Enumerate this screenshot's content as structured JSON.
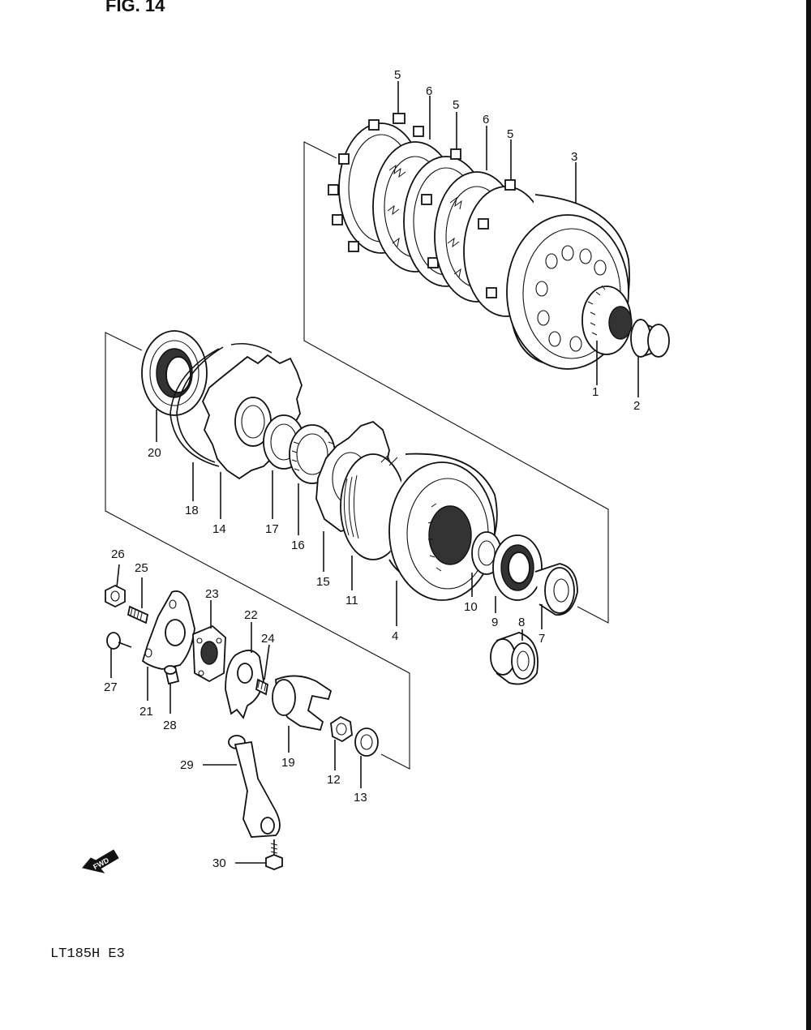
{
  "figure": {
    "title": "FIG. 14",
    "model_code": "LT185H E3",
    "fwd_label": "FWD"
  },
  "callouts": [
    {
      "id": "c1",
      "text": "1"
    },
    {
      "id": "c2",
      "text": "2"
    },
    {
      "id": "c3",
      "text": "3"
    },
    {
      "id": "c4",
      "text": "4"
    },
    {
      "id": "c5a",
      "text": "5"
    },
    {
      "id": "c5b",
      "text": "5"
    },
    {
      "id": "c5c",
      "text": "5"
    },
    {
      "id": "c6a",
      "text": "6"
    },
    {
      "id": "c6b",
      "text": "6"
    },
    {
      "id": "c7",
      "text": "7"
    },
    {
      "id": "c8",
      "text": "8"
    },
    {
      "id": "c9",
      "text": "9"
    },
    {
      "id": "c10",
      "text": "10"
    },
    {
      "id": "c11",
      "text": "11"
    },
    {
      "id": "c12",
      "text": "12"
    },
    {
      "id": "c13",
      "text": "13"
    },
    {
      "id": "c14",
      "text": "14"
    },
    {
      "id": "c15",
      "text": "15"
    },
    {
      "id": "c16",
      "text": "16"
    },
    {
      "id": "c17",
      "text": "17"
    },
    {
      "id": "c18",
      "text": "18"
    },
    {
      "id": "c19",
      "text": "19"
    },
    {
      "id": "c20",
      "text": "20"
    },
    {
      "id": "c21",
      "text": "21"
    },
    {
      "id": "c22",
      "text": "22"
    },
    {
      "id": "c23",
      "text": "23"
    },
    {
      "id": "c24",
      "text": "24"
    },
    {
      "id": "c25",
      "text": "25"
    },
    {
      "id": "c26",
      "text": "26"
    },
    {
      "id": "c27",
      "text": "27"
    },
    {
      "id": "c28",
      "text": "28"
    },
    {
      "id": "c29",
      "text": "29"
    },
    {
      "id": "c30",
      "text": "30"
    }
  ]
}
